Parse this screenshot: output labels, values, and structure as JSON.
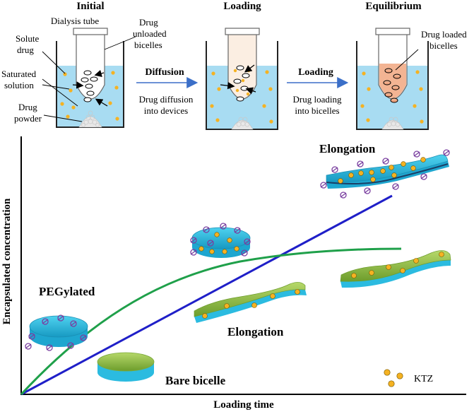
{
  "top": {
    "stage_titles": [
      "Initial",
      "Loading",
      "Equilibrium"
    ],
    "initial_labels": {
      "dialysis_tube": "Dialysis tube",
      "solute": [
        "Solute",
        "drug"
      ],
      "saturated": [
        "Saturated",
        "solution"
      ],
      "powder": [
        "Drug",
        "powder"
      ],
      "unloaded": [
        "Drug",
        "unloaded",
        "bicelles"
      ]
    },
    "arrow1": {
      "title": "Diffusion",
      "desc": [
        "Drug diffusion",
        "into devices"
      ]
    },
    "arrow2": {
      "title": "Loading",
      "desc": [
        "Drug loading",
        "into bicelles"
      ]
    },
    "loaded_label": [
      "Drug loaded",
      "bicelles"
    ]
  },
  "plot": {
    "ylabel": "Encapsulated concentration",
    "xlabel": "Loading time",
    "labels": {
      "pegylated": "PEGylated",
      "elongation_top": "Elongation",
      "elongation_mid": "Elongation",
      "bare": "Bare bicelle",
      "ktz": "KTZ"
    }
  },
  "colors": {
    "blue_line": "#1f1fc8",
    "green_line": "#1fa04a",
    "cyan": "#2fc4e6",
    "green_fill": "#8fbf3f",
    "drug": "#f5b222",
    "peg": "#7a3fa0",
    "water": "#a8dcf2"
  }
}
